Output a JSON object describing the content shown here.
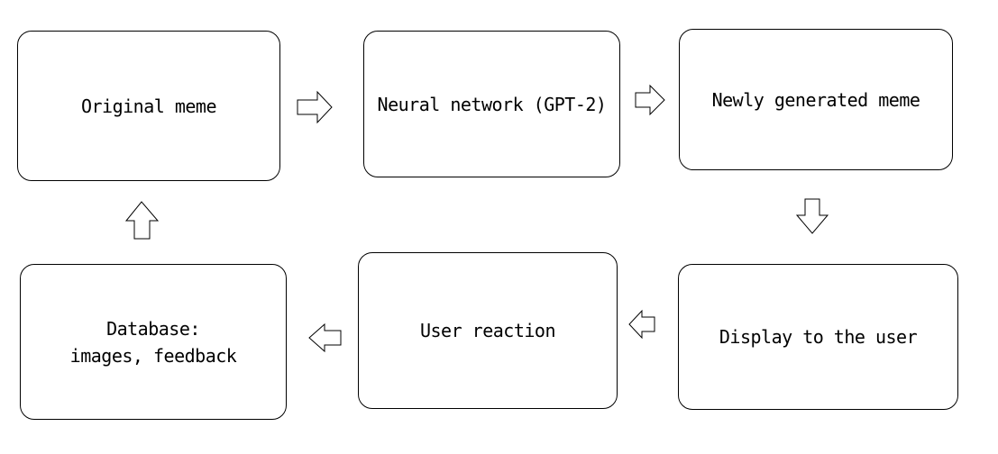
{
  "diagram": {
    "nodes": {
      "original_meme": {
        "label": "Original meme"
      },
      "neural_network": {
        "label": "Neural network (GPT-2)"
      },
      "newly_generated": {
        "label": "Newly generated meme"
      },
      "display": {
        "label": "Display to the user"
      },
      "user_reaction": {
        "label": "User reaction"
      },
      "database": {
        "line1": "Database:",
        "line2": "images, feedback"
      }
    },
    "edges": [
      {
        "from": "original_meme",
        "to": "neural_network"
      },
      {
        "from": "neural_network",
        "to": "newly_generated"
      },
      {
        "from": "newly_generated",
        "to": "display"
      },
      {
        "from": "display",
        "to": "user_reaction"
      },
      {
        "from": "user_reaction",
        "to": "database"
      },
      {
        "from": "database",
        "to": "original_meme"
      }
    ],
    "colors": {
      "stroke": "#000000",
      "fill": "#ffffff",
      "text": "#000000"
    }
  }
}
